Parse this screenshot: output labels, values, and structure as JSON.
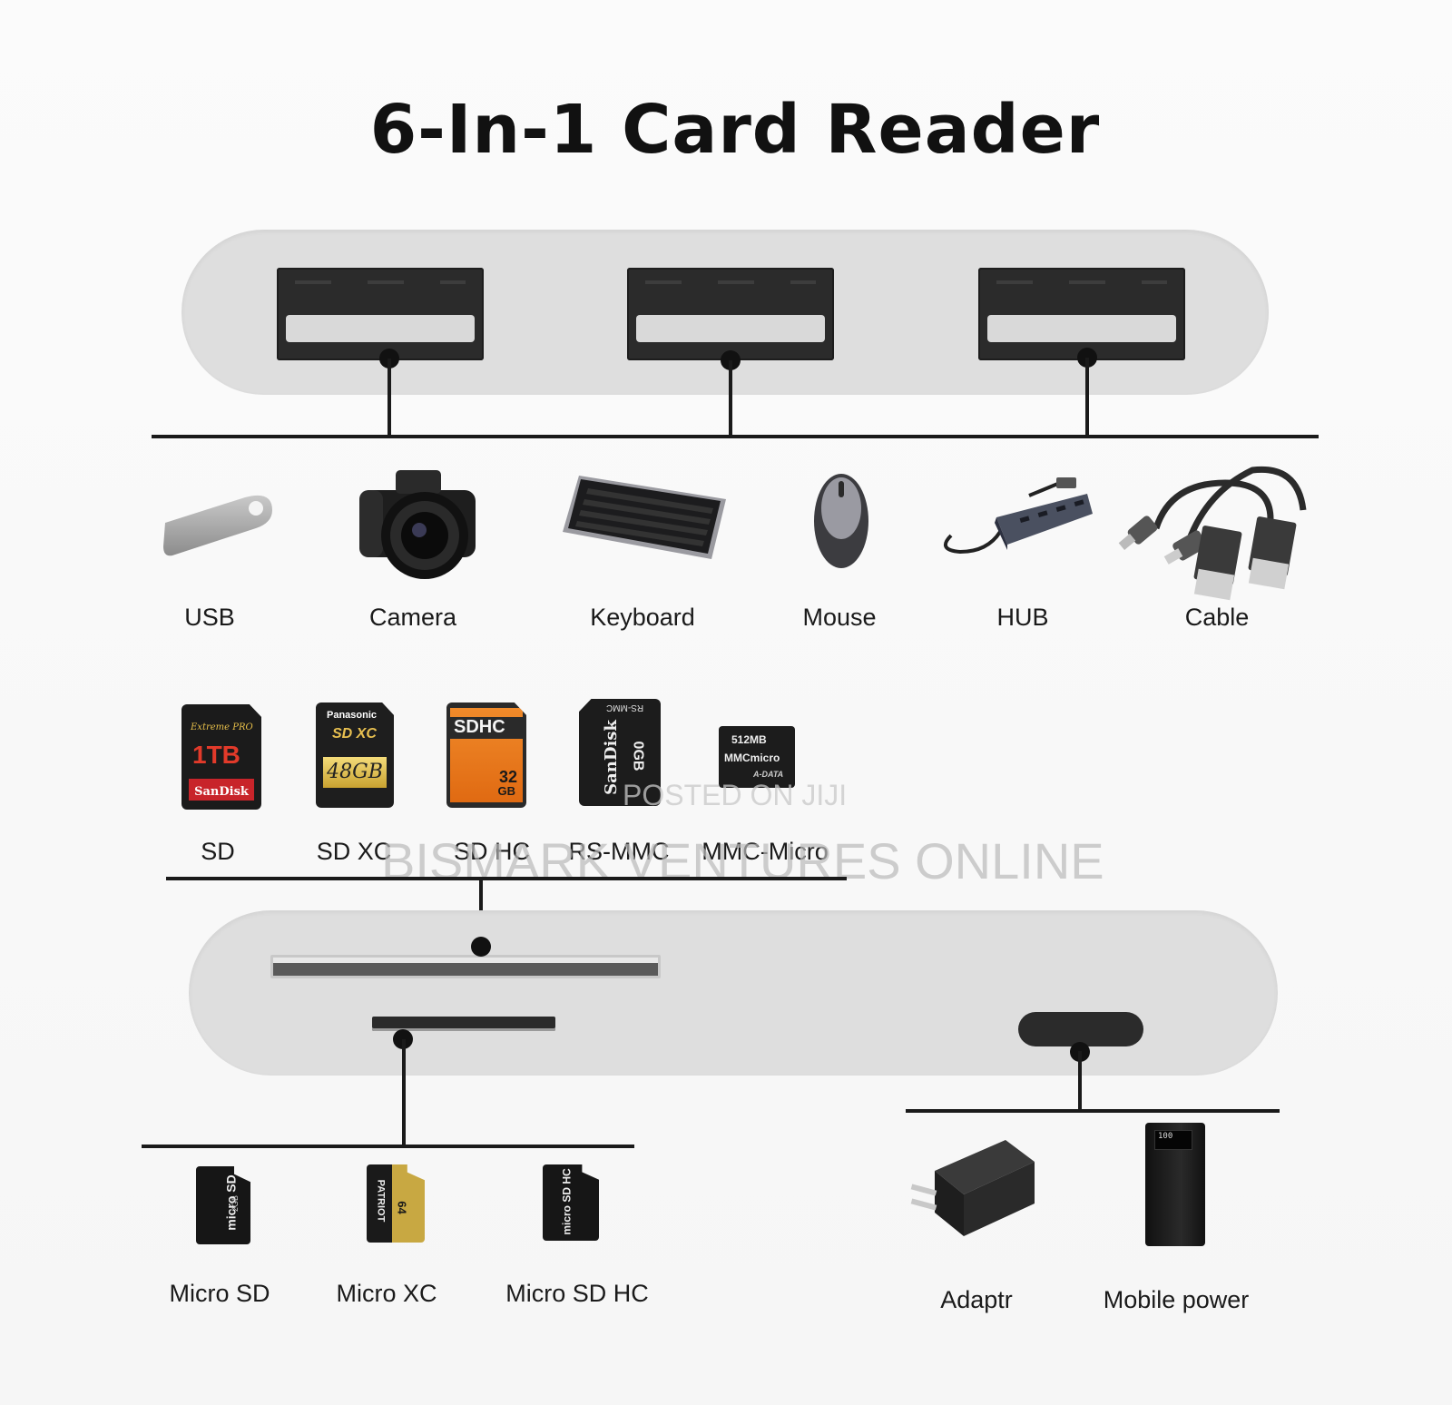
{
  "title": "6-In-1 Card Reader",
  "usb_devices": [
    {
      "label": "USB",
      "icon": "usb-drive-icon"
    },
    {
      "label": "Camera",
      "icon": "camera-icon"
    },
    {
      "label": "Keyboard",
      "icon": "keyboard-icon"
    },
    {
      "label": "Mouse",
      "icon": "mouse-icon"
    },
    {
      "label": "HUB",
      "icon": "usb-hub-icon"
    },
    {
      "label": "Cable",
      "icon": "cable-icon"
    }
  ],
  "sd_cards": [
    {
      "label": "SD",
      "icon": "sd-card-icon",
      "card_text": [
        "Extreme PRO",
        "1TB",
        "SanDisk"
      ]
    },
    {
      "label": "SD XC",
      "icon": "sdxc-card-icon",
      "card_text": [
        "Panasonic",
        "SD XC",
        "48GB"
      ]
    },
    {
      "label": "SD HC",
      "icon": "sdhc-card-icon",
      "card_text": [
        "SDHC",
        "32",
        "GB"
      ]
    },
    {
      "label": "RS-MMC",
      "icon": "rs-mmc-card-icon",
      "card_text": [
        "RS-MMC",
        "SanDisk",
        "0GB"
      ]
    },
    {
      "label": "MMC-Micro",
      "icon": "mmc-micro-card-icon",
      "card_text": [
        "512MB",
        "MMCmicro",
        "A-DATA"
      ]
    }
  ],
  "micro_cards": [
    {
      "label": "Micro SD",
      "icon": "micro-sd-card-icon",
      "card_text": [
        "micro SD",
        "2GB"
      ]
    },
    {
      "label": "Micro XC",
      "icon": "micro-xc-card-icon",
      "card_text": [
        "PATRIOT",
        "64"
      ]
    },
    {
      "label": "Micro SD HC",
      "icon": "micro-sdhc-card-icon",
      "card_text": [
        "micro SD HC"
      ]
    }
  ],
  "power_devices": [
    {
      "label": "Adaptr",
      "icon": "power-adapter-icon"
    },
    {
      "label": "Mobile power",
      "icon": "power-bank-icon",
      "screen_text": "100"
    }
  ],
  "watermarks": {
    "posted": "POSTED ON JIJI",
    "seller": "BISMARK VENTURES ONLINE"
  }
}
